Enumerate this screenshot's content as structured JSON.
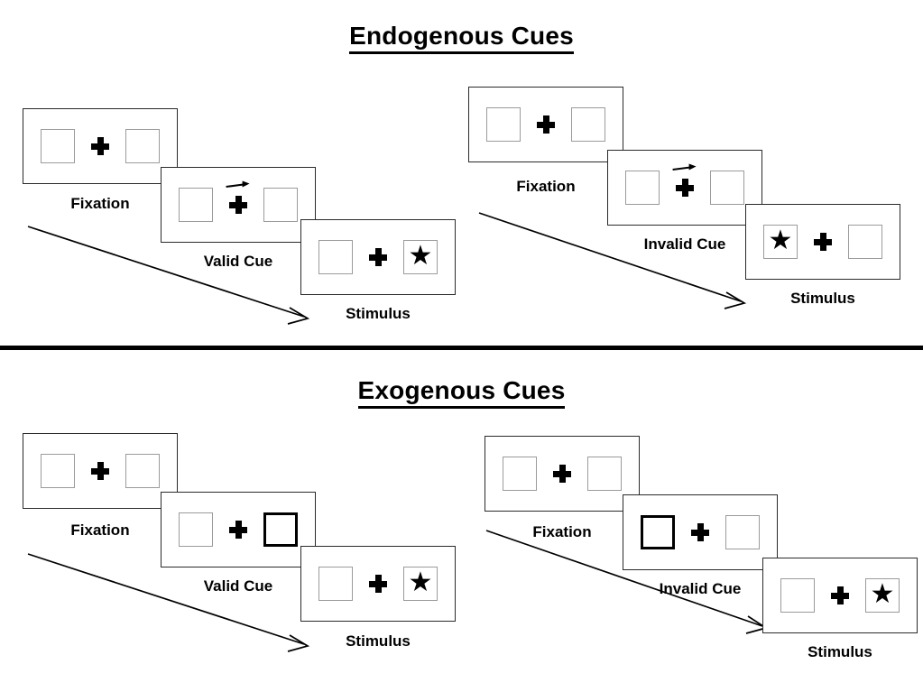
{
  "figure": {
    "sections": [
      {
        "id": "endogenous",
        "title": "Endogenous Cues",
        "columns": [
          {
            "id": "endogenous-valid",
            "cue_type": "arrow",
            "cue_direction": "right",
            "panels": [
              {
                "label": "Fixation",
                "left_box": "empty",
                "right_box": "empty",
                "cue": "none"
              },
              {
                "label": "Valid Cue",
                "left_box": "empty",
                "right_box": "empty",
                "cue": "arrow-right"
              },
              {
                "label": "Stimulus",
                "left_box": "empty",
                "right_box": "star",
                "cue": "none"
              }
            ]
          },
          {
            "id": "endogenous-invalid",
            "cue_type": "arrow",
            "cue_direction": "right",
            "panels": [
              {
                "label": "Fixation",
                "left_box": "empty",
                "right_box": "empty",
                "cue": "none"
              },
              {
                "label": "Invalid Cue",
                "left_box": "empty",
                "right_box": "empty",
                "cue": "arrow-right"
              },
              {
                "label": "Stimulus",
                "left_box": "star",
                "right_box": "empty",
                "cue": "none"
              }
            ]
          }
        ]
      },
      {
        "id": "exogenous",
        "title": "Exogenous Cues",
        "columns": [
          {
            "id": "exogenous-valid",
            "cue_type": "box-highlight",
            "cue_direction": "right",
            "panels": [
              {
                "label": "Fixation",
                "left_box": "empty",
                "right_box": "empty",
                "cue": "none"
              },
              {
                "label": "Valid Cue",
                "left_box": "empty",
                "right_box": "cued",
                "cue": "none"
              },
              {
                "label": "Stimulus",
                "left_box": "empty",
                "right_box": "star",
                "cue": "none"
              }
            ]
          },
          {
            "id": "exogenous-invalid",
            "cue_type": "box-highlight",
            "cue_direction": "left",
            "panels": [
              {
                "label": "Fixation",
                "left_box": "empty",
                "right_box": "empty",
                "cue": "none"
              },
              {
                "label": "Invalid Cue",
                "left_box": "cued",
                "right_box": "empty",
                "cue": "none"
              },
              {
                "label": "Stimulus",
                "left_box": "empty",
                "right_box": "star",
                "cue": "none"
              }
            ]
          }
        ]
      }
    ],
    "glyphs": {
      "star": "★",
      "fixation_cross": "plus-sign",
      "cue_arrow": "arrow-right-small",
      "time_arrow": "diagonal-arrow-down-right"
    },
    "colors": {
      "stroke": "#000000",
      "panel_border": "#2a2a2a",
      "box_border": "#9b9b9b",
      "box_border_cued": "#000000",
      "background": "#ffffff"
    }
  }
}
